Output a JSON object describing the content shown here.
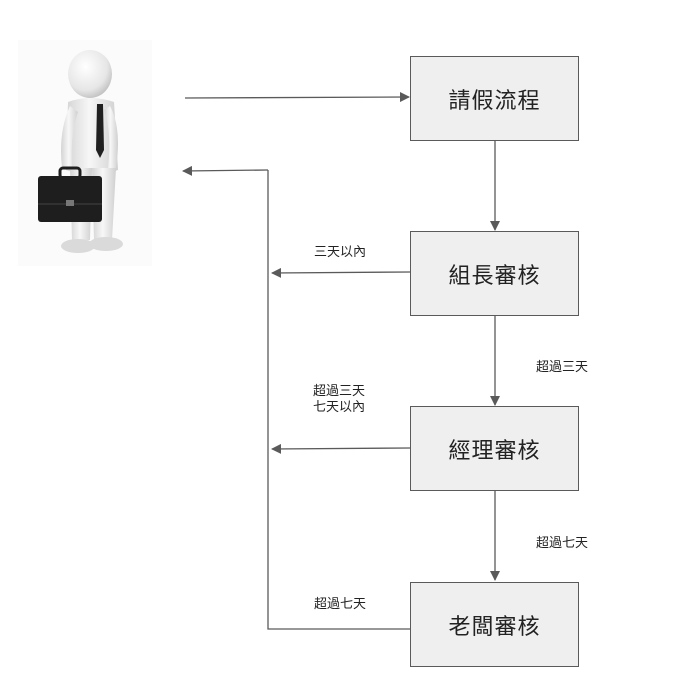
{
  "steps": {
    "request": "請假流程",
    "leader": "組長審核",
    "manager": "經理審核",
    "boss": "老闆審核"
  },
  "conditions": {
    "within_three_days": "三天以內",
    "over_three_days_down": "超過三天",
    "over_three_days": "超過三天",
    "within_seven_days": "七天以內",
    "over_seven_days_down": "超過七天",
    "over_seven_days": "超過七天"
  },
  "colors": {
    "box_fill": "#efefef",
    "box_border": "#5a5a5a",
    "line": "#5a5a5a",
    "briefcase": "#1e1e1e",
    "tie": "#202020"
  },
  "icons": {
    "actor": "businessman-with-briefcase-icon"
  }
}
